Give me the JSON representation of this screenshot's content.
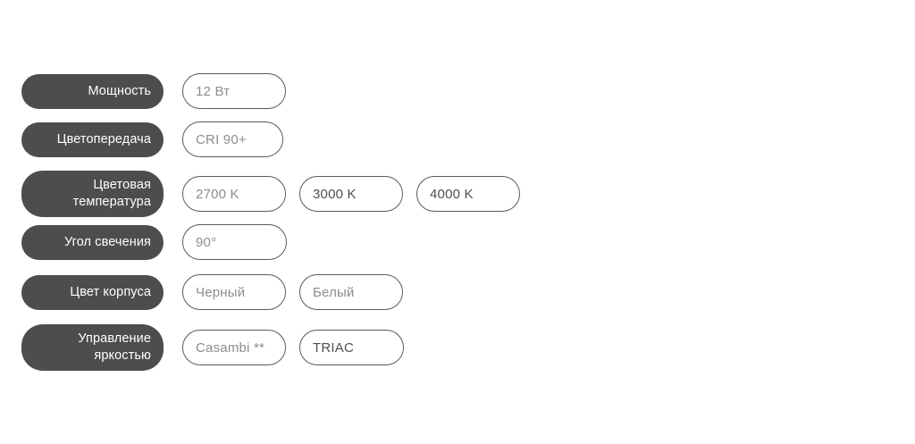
{
  "page": {
    "background_color": "#ffffff",
    "label_pill_color": "#4d4d4d",
    "label_text_color": "#ffffff",
    "value_border_color": "#5a5a5a",
    "value_text_dim_color": "#8d8d8d",
    "value_text_solid_color": "#4f4f4f"
  },
  "specs": [
    {
      "label": "Мощность",
      "values": [
        {
          "text": "12 Вт",
          "tone": "dim"
        }
      ]
    },
    {
      "label": "Цветопередача",
      "values": [
        {
          "text": "CRI 90+",
          "tone": "dim"
        }
      ]
    },
    {
      "label": "Цветовая\nтемпература",
      "values": [
        {
          "text": "2700 K",
          "tone": "dim"
        },
        {
          "text": "3000 K",
          "tone": "solid"
        },
        {
          "text": "4000 K",
          "tone": "solid"
        }
      ]
    },
    {
      "label": "Угол свечения",
      "values": [
        {
          "text": "90°",
          "tone": "dim"
        }
      ]
    },
    {
      "label": "Цвет корпуса",
      "values": [
        {
          "text": "Черный",
          "tone": "dim"
        },
        {
          "text": "Белый",
          "tone": "dim"
        }
      ]
    },
    {
      "label": "Управление\nяркостью",
      "values": [
        {
          "text": "Casambi **",
          "tone": "dim"
        },
        {
          "text": "TRIAC",
          "tone": "solid"
        }
      ]
    }
  ]
}
